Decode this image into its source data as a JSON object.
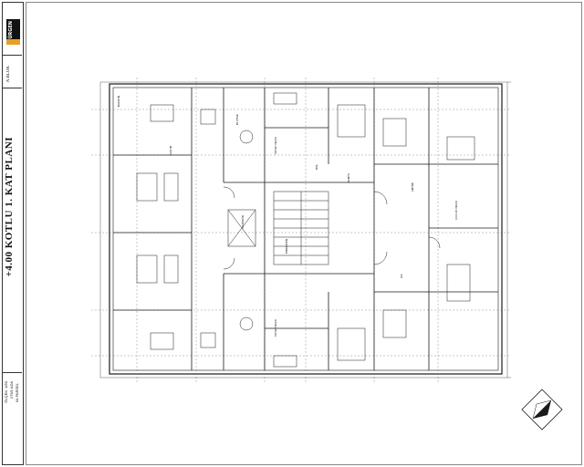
{
  "title_block": {
    "logo_text": "ÜRGEN",
    "block_label": "A BLOK",
    "plan_title": "+4.00 KOTLU 1. KAT PLANI",
    "info_line_1": "ÖLÇEK: 1/50",
    "info_line_2": "279/1 ADA",
    "info_line_3": "04 PARSEL"
  },
  "rooms": [
    {
      "label": "BALKON"
    },
    {
      "label": "SALON"
    },
    {
      "label": "YATAK ODASI"
    },
    {
      "label": "MUTFAK"
    },
    {
      "label": "BANYO"
    },
    {
      "label": "ANTRE"
    },
    {
      "label": "WC"
    },
    {
      "label": "ÇOCUK ODASI"
    },
    {
      "label": "HOL"
    },
    {
      "label": "ASANSÖR"
    },
    {
      "label": "MERDİVEN"
    },
    {
      "label": "YATAK ODASI"
    }
  ],
  "colors": {
    "line": "#1a1a1a",
    "light_line": "#555555",
    "accent": "#e8a020"
  }
}
